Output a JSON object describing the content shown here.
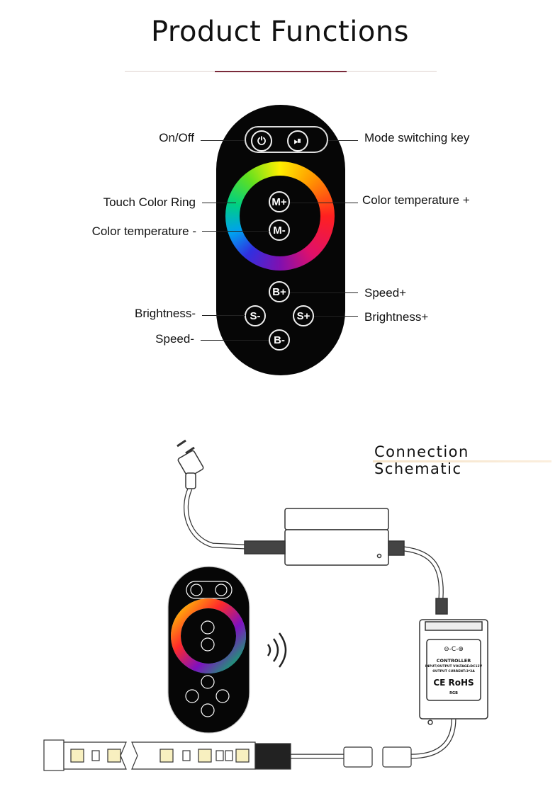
{
  "header": {
    "title": "Product Functions"
  },
  "remote": {
    "buttons": {
      "power": "⏻",
      "mode": "⏯",
      "m_plus": "M+",
      "m_minus": "M-",
      "b_plus": "B+",
      "s_minus": "S-",
      "s_plus": "S+",
      "b_minus": "B-"
    },
    "labels": {
      "on_off": "On/Off",
      "mode_key": "Mode switching key",
      "touch_ring": "Touch Color Ring",
      "ct_plus": "Color temperature +",
      "ct_minus": "Color temperature -",
      "speed_plus": "Speed+",
      "brightness_minus": "Brightness-",
      "brightness_plus": "Brightness+",
      "speed_minus": "Speed-"
    }
  },
  "schematic": {
    "title": "Connection Schematic",
    "controller": {
      "symbol": "⊖-C-⊕",
      "name": "CONTROLLER",
      "line1": "INPUT/OUTPUT VOLTAGE:DC12V",
      "line2": "OUTPUT CURRENT:3*2A",
      "cert": "CE RoHS",
      "type": "RGB"
    }
  },
  "colors": {
    "accent": "#7a2a3a",
    "remote_body": "#060606"
  }
}
